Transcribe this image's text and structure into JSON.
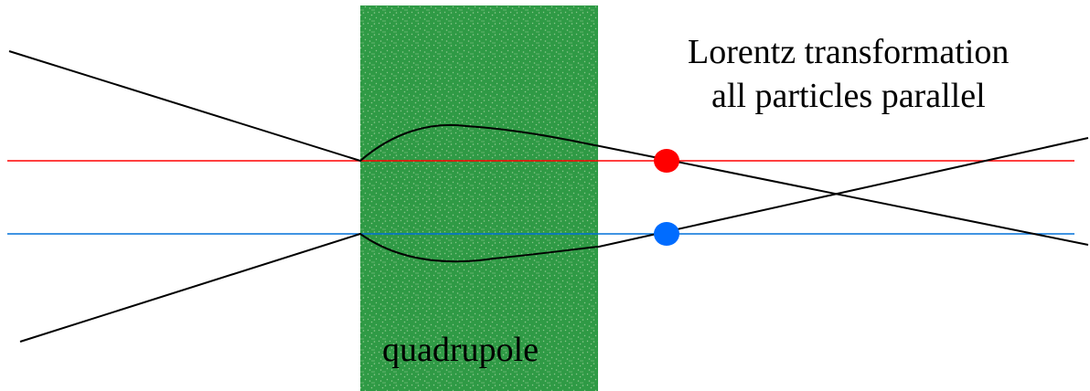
{
  "diagram": {
    "caption_line_1": "Lorentz transformation",
    "caption_line_2": "all particles parallel",
    "element_label": "quadrupole"
  },
  "colors": {
    "background": "#ffffff",
    "quadrupole": "#2f9a45",
    "quadrupole_texture": "#8cc78e",
    "red_line": "#ff0000",
    "blue_line": "#0070d8",
    "red_particle": "#ff0000",
    "blue_particle": "#006cff",
    "black_line": "#000000"
  }
}
